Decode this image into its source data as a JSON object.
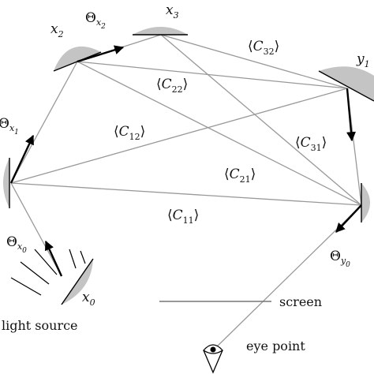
{
  "labels": {
    "x0": {
      "base": "x",
      "sub": "0"
    },
    "x1": {
      "base": "Θ",
      "sub": "x",
      "subsub": "1"
    },
    "x2": {
      "base": "x",
      "sub": "2"
    },
    "x3": {
      "base": "x",
      "sub": "3"
    },
    "y1": {
      "base": "y",
      "sub": "1"
    },
    "theta_x0": {
      "base": "Θ",
      "sub": "x",
      "subsub": "0"
    },
    "theta_x2": {
      "base": "Θ",
      "sub": "x",
      "subsub": "2"
    },
    "theta_y0": {
      "base": "Θ",
      "sub": "y",
      "subsub": "0"
    }
  },
  "paths": {
    "C11": {
      "open": "⟨",
      "base": "C",
      "sub": "11",
      "close": "⟩"
    },
    "C12": {
      "open": "⟨",
      "base": "C",
      "sub": "12",
      "close": "⟩"
    },
    "C21": {
      "open": "⟨",
      "base": "C",
      "sub": "21",
      "close": "⟩"
    },
    "C22": {
      "open": "⟨",
      "base": "C",
      "sub": "22",
      "close": "⟩"
    },
    "C31": {
      "open": "⟨",
      "base": "C",
      "sub": "31",
      "close": "⟩"
    },
    "C32": {
      "open": "⟨",
      "base": "C",
      "sub": "32",
      "close": "⟩"
    }
  },
  "text": {
    "light_source": "light source",
    "screen": "screen",
    "eye_point": "eye point"
  },
  "colors": {
    "line": "#999999",
    "surface_fill": "#c4c4c4",
    "arrow": "#000000"
  }
}
